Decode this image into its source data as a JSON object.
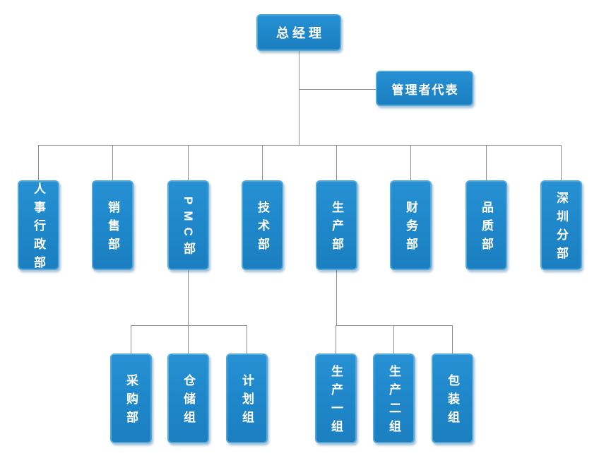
{
  "org": {
    "root": {
      "label": "总经理"
    },
    "assistant": {
      "label": "管理者代表"
    },
    "departments": [
      {
        "label": "人事行政部"
      },
      {
        "label": "销售部"
      },
      {
        "label": "PMC部"
      },
      {
        "label": "技术部"
      },
      {
        "label": "生产部"
      },
      {
        "label": "财务部"
      },
      {
        "label": "品质部"
      },
      {
        "label": "深圳分部"
      }
    ],
    "pmc_children": [
      {
        "label": "采购部"
      },
      {
        "label": "仓储组"
      },
      {
        "label": "计划组"
      }
    ],
    "production_children": [
      {
        "label": "生产一组"
      },
      {
        "label": "生产二组"
      },
      {
        "label": "包装组"
      }
    ]
  },
  "colors": {
    "node_fill": "#1E87C8",
    "node_border": "#55A8DA",
    "node_text": "#FFFFFF",
    "connector": "#909090",
    "background": "#FFFFFF"
  }
}
